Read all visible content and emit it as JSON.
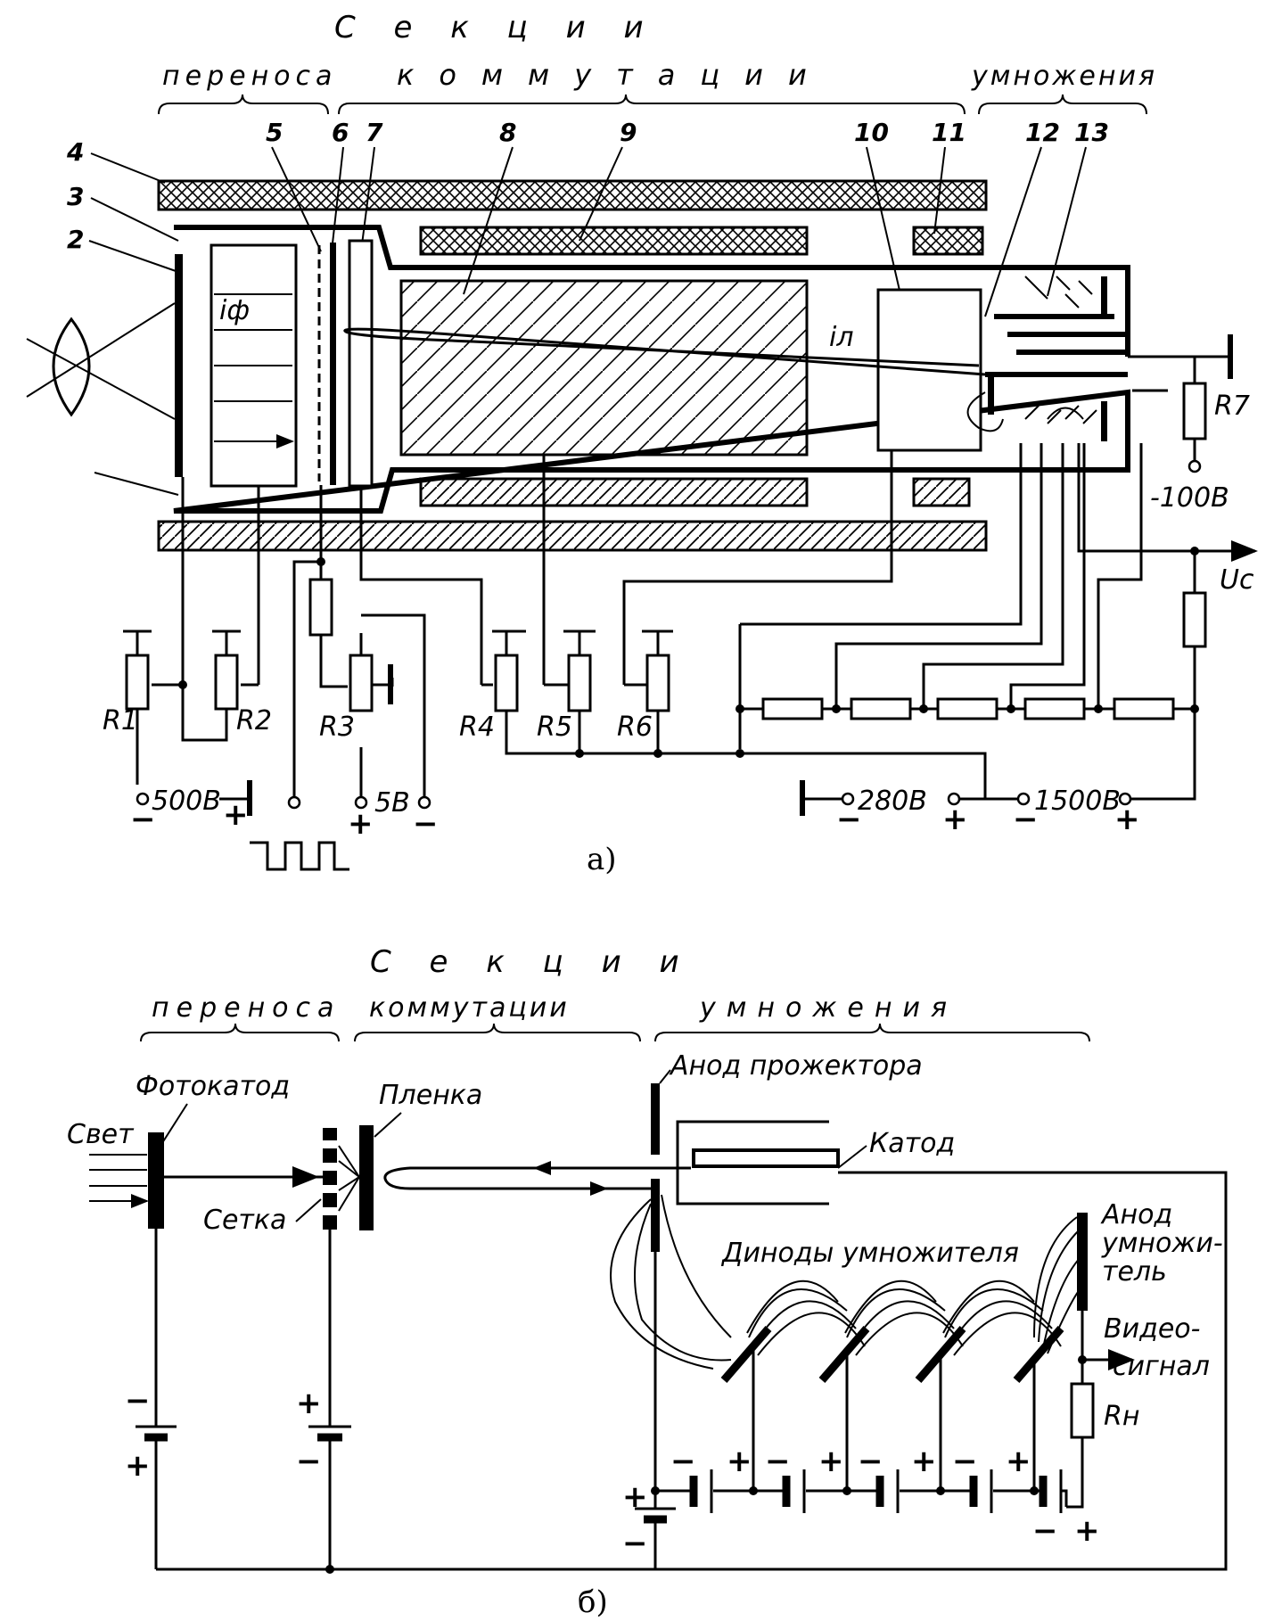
{
  "diagram_a": {
    "title": "С е к ц и и",
    "sections": [
      "переноса",
      "коммутации",
      "умножения"
    ],
    "callouts": [
      "2",
      "3",
      "4",
      "5",
      "6",
      "7",
      "8",
      "9",
      "10",
      "11",
      "12",
      "13"
    ],
    "currents": [
      "iф",
      "iл"
    ],
    "resistors": [
      "R1",
      "R2",
      "R3",
      "R4",
      "R5",
      "R6",
      "R7"
    ],
    "voltages": [
      "500В",
      "5В",
      "280В",
      "1500В",
      "-100В"
    ],
    "output": "Uc",
    "caption": "а)"
  },
  "diagram_b": {
    "title": "С е к ц и и",
    "sections": [
      "переноса",
      "коммутации",
      "умножения"
    ],
    "labels": {
      "light": "Свет",
      "photocathode": "Фотокатод",
      "grid": "Сетка",
      "film": "Пленка",
      "projector_anode": "Анод прожектора",
      "cathode": "Катод",
      "dynodes": "Диноды умножителя",
      "anode_line1": "Анод",
      "anode_line2": "умножи-",
      "anode_line3": "тель",
      "video_line1": "Видео-",
      "video_line2": "сигнал",
      "load": "Rн"
    },
    "caption": "б)"
  },
  "colors": {
    "ink": "#000000",
    "paper": "#ffffff"
  }
}
